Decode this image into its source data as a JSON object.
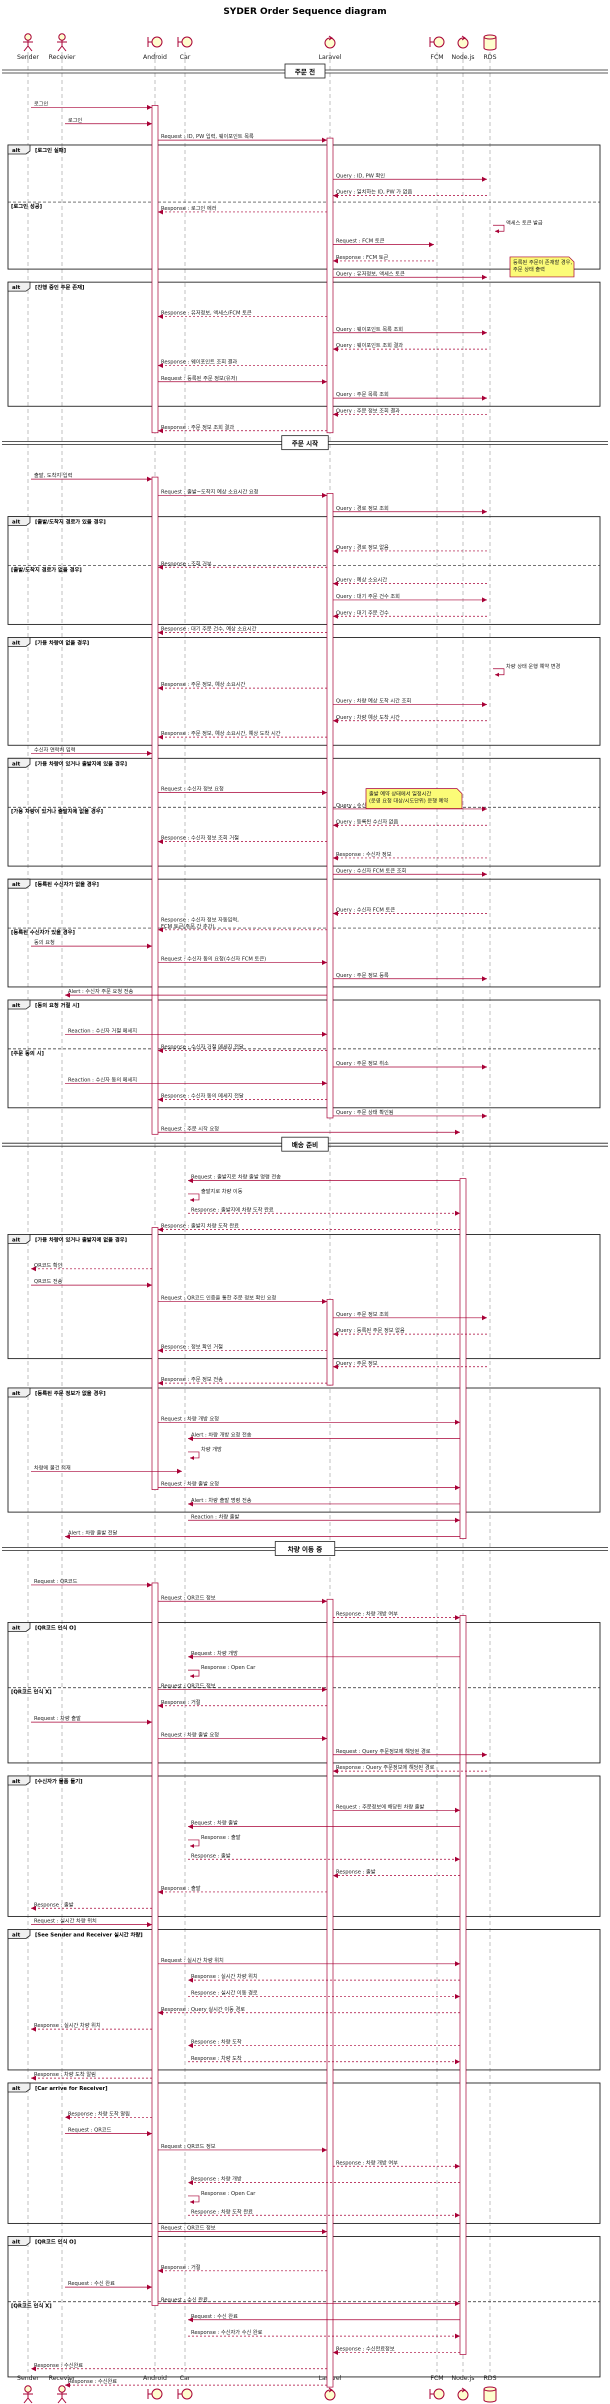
{
  "diagram": {
    "title": "SYDER Order Sequence diagram",
    "colors": {
      "lifeline": "#999999",
      "arrow": "#a80036",
      "box_border": "#222222",
      "frame_fill": "#f0f0f0",
      "participant_fill": "#fefece",
      "note_fill": "#fbfb77",
      "separator_fill": "#ffffff"
    },
    "participants": [
      {
        "id": "sender",
        "label": "Sender",
        "shape": "actor"
      },
      {
        "id": "receiver",
        "label": "Recevier",
        "shape": "actor"
      },
      {
        "id": "android",
        "label": "Android",
        "shape": "boundary"
      },
      {
        "id": "car",
        "label": "Car",
        "shape": "boundary"
      },
      {
        "id": "laravel",
        "label": "Laravel",
        "shape": "control"
      },
      {
        "id": "fcm",
        "label": "FCM",
        "shape": "boundary"
      },
      {
        "id": "node",
        "label": "Node.js",
        "shape": "control"
      },
      {
        "id": "rds",
        "label": "RDS",
        "shape": "database"
      }
    ],
    "sections": [
      {
        "label": "주문 전",
        "messages": [
          {
            "from": "sender",
            "to": "android",
            "text": "로그인"
          },
          {
            "from": "receiver",
            "to": "android",
            "text": "로그인"
          },
          {
            "from": "android",
            "to": "laravel",
            "text": "Request : ID, PW 입력, 웨이포인트 목록"
          },
          {
            "from": "laravel",
            "to": "rds",
            "text": "Query : ID, PW 확인"
          },
          {
            "from": "rds",
            "to": "laravel",
            "text": "Query : 일치하는 ID, PW 가 없음",
            "dashed": true
          },
          {
            "from": "laravel",
            "to": "android",
            "text": "Response : 로그인 에러",
            "dashed": true
          },
          {
            "from": "rds",
            "to": "rds",
            "text": "액세스 토큰 발급"
          },
          {
            "from": "laravel",
            "to": "fcm",
            "text": "Request : FCM 토큰"
          },
          {
            "from": "fcm",
            "to": "laravel",
            "text": "Response : FCM 토큰",
            "dashed": true
          },
          {
            "from": "laravel",
            "to": "rds",
            "text": "Query : 유저정보, 액세스 토큰"
          },
          {
            "from": "laravel",
            "to": "android",
            "text": "Response : 유저정보, 액세스/FCM 토큰",
            "dashed": true
          },
          {
            "from": "laravel",
            "to": "rds",
            "text": "Query : 웨이포인트 목록 조회"
          },
          {
            "from": "rds",
            "to": "laravel",
            "text": "Query : 웨이포인트 조회 결과",
            "dashed": true
          },
          {
            "from": "laravel",
            "to": "android",
            "text": "Response : 웨이포인트 조회 결과",
            "dashed": true
          },
          {
            "from": "android",
            "to": "laravel",
            "text": "Request : 등록된 주문 정보(유저)"
          },
          {
            "from": "laravel",
            "to": "rds",
            "text": "Query : 주문 목록 조회"
          },
          {
            "from": "rds",
            "to": "laravel",
            "text": "Query : 주문 정보 조회 결과",
            "dashed": true
          },
          {
            "from": "laravel",
            "to": "android",
            "text": "Response : 주문 정보 조회 결과",
            "dashed": true
          }
        ],
        "frames": [
          {
            "kind": "alt",
            "guards": [
              "로그인 실패",
              "로그인 성공"
            ]
          },
          {
            "kind": "alt",
            "guards": [
              "진행 중인 주문 존재"
            ]
          }
        ],
        "note": "등록된 주문이 존재할 경우,\n주문 상태 출력"
      },
      {
        "label": "주문 시작",
        "messages": [
          {
            "from": "sender",
            "to": "android",
            "text": "출발, 도착지 입력"
          },
          {
            "from": "android",
            "to": "laravel",
            "text": "Request : 출발~도착지 예상 소요시간 요청"
          },
          {
            "from": "laravel",
            "to": "rds",
            "text": "Query : 경로 정보 조회"
          },
          {
            "from": "rds",
            "to": "laravel",
            "text": "Query : 경로 정보 없음",
            "dashed": true
          },
          {
            "from": "laravel",
            "to": "android",
            "text": "Response : 조회 거부",
            "dashed": true
          },
          {
            "from": "rds",
            "to": "laravel",
            "text": "Query : 예상 소요시간",
            "dashed": true
          },
          {
            "from": "laravel",
            "to": "rds",
            "text": "Query : 대기 주문 건수 조회"
          },
          {
            "from": "rds",
            "to": "laravel",
            "text": "Query : 대기 주문 건수",
            "dashed": true
          },
          {
            "from": "laravel",
            "to": "android",
            "text": "Response : 대기 주문 건수, 예상 소요시간",
            "dashed": true
          },
          {
            "from": "rds",
            "to": "rds",
            "text": "차량 상태 운행 예약 변경"
          },
          {
            "from": "laravel",
            "to": "android",
            "text": "Response : 주문 정보, 예상 소요시간",
            "dashed": true
          },
          {
            "from": "laravel",
            "to": "rds",
            "text": "Query : 차량 예상 도착 시간 조회"
          },
          {
            "from": "rds",
            "to": "laravel",
            "text": "Query : 차량 예상 도착 시간",
            "dashed": true
          },
          {
            "from": "laravel",
            "to": "android",
            "text": "Response : 주문 정보, 예상 소요시간, 예상 도착 시간",
            "dashed": true
          },
          {
            "from": "sender",
            "to": "android",
            "text": "수신자 연락처 입력"
          },
          {
            "from": "android",
            "to": "laravel",
            "text": "Request : 수신자 정보 요청"
          },
          {
            "from": "laravel",
            "to": "rds",
            "text": "Query : 수신자 정보 조회"
          },
          {
            "from": "rds",
            "to": "laravel",
            "text": "Query : 등록된 수신자 없음",
            "dashed": true
          },
          {
            "from": "laravel",
            "to": "android",
            "text": "Response : 수신자 정보 조회 거절",
            "dashed": true
          },
          {
            "from": "rds",
            "to": "laravel",
            "text": "Response : 수신자 정보",
            "dashed": true
          },
          {
            "from": "laravel",
            "to": "rds",
            "text": "Query : 수신자 FCM 토큰 조회"
          },
          {
            "from": "rds",
            "to": "laravel",
            "text": "Query : 수신자 FCM 토큰",
            "dashed": true
          },
          {
            "from": "laravel",
            "to": "android",
            "text": "Response : 수신자 정보 자동입력,\nFCM 토큰(주문 간 추가)",
            "dashed": true
          },
          {
            "from": "sender",
            "to": "android",
            "text": "동의 요청"
          },
          {
            "from": "android",
            "to": "laravel",
            "text": "Request : 수신자 동의 요청(수신자 FCM 토큰)"
          },
          {
            "from": "laravel",
            "to": "rds",
            "text": "Query : 주문 정보 등록"
          },
          {
            "from": "laravel",
            "to": "receiver",
            "text": "Alert : 수신자 주문 요청 전송"
          },
          {
            "from": "receiver",
            "to": "laravel",
            "text": "Reaction : 수신자 거절 메세지"
          },
          {
            "from": "laravel",
            "to": "android",
            "text": "Response : 수신자 거절 메세지 전달",
            "dashed": true
          },
          {
            "from": "laravel",
            "to": "rds",
            "text": "Query : 주문 정보 취소"
          },
          {
            "from": "receiver",
            "to": "laravel",
            "text": "Reaction : 수신자 동의 메세지"
          },
          {
            "from": "laravel",
            "to": "android",
            "text": "Response : 수신자 동의 메세지 전달",
            "dashed": true
          },
          {
            "from": "laravel",
            "to": "rds",
            "text": "Query : 주문 상태 확인됨"
          },
          {
            "from": "android",
            "to": "node",
            "text": "Request : 주문 시작 요청"
          }
        ],
        "frames": [
          {
            "kind": "alt",
            "guards": [
              "출발/도착지 경로가 있을 경우",
              "출발/도착지 경로가 없을 경우"
            ]
          },
          {
            "kind": "alt",
            "guards": [
              "가용 차량이 없을 경우"
            ]
          },
          {
            "kind": "alt",
            "guards": [
              "가용 차량이 있거나 출발지에 있을 경우",
              "가용 차량이 있거나 출발지에 없을 경우"
            ]
          },
          {
            "kind": "alt",
            "guards": [
              "등록된 수신자가 없을 경우",
              "등록된 수신자가 있을 경우"
            ]
          },
          {
            "kind": "alt",
            "guards": [
              "동의 요청 거절 시",
              "주문 동의 시"
            ]
          }
        ],
        "note": "출발 예약 상태에서 일정시간\n(운영 요청 대상/시도단위) 운행 예약"
      },
      {
        "label": "배송 준비",
        "messages": [
          {
            "from": "node",
            "to": "car",
            "text": "Request : 출발지로 차량 출발 명령 전송"
          },
          {
            "from": "car",
            "to": "car",
            "text": "출발지로 차량 이동"
          },
          {
            "from": "car",
            "to": "node",
            "text": "Response : 출발지에 차량 도착 완료",
            "dashed": true
          },
          {
            "from": "node",
            "to": "android",
            "text": "Response : 출발지 차량 도착 완료",
            "dashed": true
          },
          {
            "from": "android",
            "to": "sender",
            "text": "QR코드 확인",
            "dashed": true
          },
          {
            "from": "sender",
            "to": "android",
            "text": "QR코드 전송"
          },
          {
            "from": "android",
            "to": "laravel",
            "text": "Request : QR코드 인증을 통한 주문 정보 확인 요청"
          },
          {
            "from": "laravel",
            "to": "rds",
            "text": "Query : 주문 정보 조회"
          },
          {
            "from": "rds",
            "to": "laravel",
            "text": "Query : 등록된 주문 정보 없음",
            "dashed": true
          },
          {
            "from": "laravel",
            "to": "android",
            "text": "Response : 정보 확인 거절",
            "dashed": true
          },
          {
            "from": "rds",
            "to": "laravel",
            "text": "Query : 주문 정보",
            "dashed": true
          },
          {
            "from": "laravel",
            "to": "android",
            "text": "Response : 주문 정보 전송",
            "dashed": true
          },
          {
            "from": "android",
            "to": "node",
            "text": "Request : 차량 개방 요청"
          },
          {
            "from": "node",
            "to": "car",
            "text": "Alert : 차량 개방 요청 전송"
          },
          {
            "from": "car",
            "to": "car",
            "text": "차량 개방"
          },
          {
            "from": "sender",
            "to": "car",
            "text": "차량에 물건 적재"
          },
          {
            "from": "android",
            "to": "node",
            "text": "Request : 차량 출발 요청"
          },
          {
            "from": "node",
            "to": "car",
            "text": "Alert : 차량 출발 명령 전송"
          },
          {
            "from": "car",
            "to": "node",
            "text": "Reaction : 차량 출발"
          },
          {
            "from": "node",
            "to": "receiver",
            "text": "Alert : 차량 출발 전달"
          }
        ],
        "frames": [
          {
            "kind": "alt",
            "guards": [
              "가용 차량이 있거나 출발지에 없을 경우"
            ]
          },
          {
            "kind": "alt",
            "guards": [
              "등록된 주문 정보가 없을 경우"
            ]
          }
        ]
      },
      {
        "label": "차량 이동 중",
        "messages": [
          {
            "from": "sender",
            "to": "android",
            "text": "Request : QR코드"
          },
          {
            "from": "android",
            "to": "laravel",
            "text": "Request : QR코드 정보"
          },
          {
            "from": "laravel",
            "to": "node",
            "text": "Response : 차량 개방 여부",
            "dashed": true
          },
          {
            "from": "node",
            "to": "car",
            "text": "Request : 차량 개방"
          },
          {
            "from": "car",
            "to": "car",
            "text": "Response : Open Car"
          },
          {
            "from": "android",
            "to": "laravel",
            "text": "Request : QR코드 정보"
          },
          {
            "from": "laravel",
            "to": "android",
            "text": "Response : 거절",
            "dashed": true
          },
          {
            "from": "sender",
            "to": "android",
            "text": "Request : 차량 출발"
          },
          {
            "from": "android",
            "to": "laravel",
            "text": "Request : 차량 출발 요청"
          },
          {
            "from": "laravel",
            "to": "rds",
            "text": "Request : Query 주문정보에 해당된 경로"
          },
          {
            "from": "rds",
            "to": "laravel",
            "text": "Response : Query 주문정보에 해당된 경로",
            "dashed": true
          },
          {
            "from": "laravel",
            "to": "node",
            "text": "Request : 주문정보에 해당된 차량 출발"
          },
          {
            "from": "node",
            "to": "car",
            "text": "Request : 차량 출발"
          },
          {
            "from": "car",
            "to": "car",
            "text": "Response : 출발"
          },
          {
            "from": "car",
            "to": "node",
            "text": "Response : 출발",
            "dashed": true
          },
          {
            "from": "node",
            "to": "laravel",
            "text": "Response : 출발",
            "dashed": true
          },
          {
            "from": "laravel",
            "to": "android",
            "text": "Response : 출발",
            "dashed": true
          },
          {
            "from": "android",
            "to": "sender",
            "text": "Response : 출발",
            "dashed": true
          },
          {
            "from": "sender",
            "to": "android",
            "text": "Request : 실시간 차량 위치"
          },
          {
            "from": "android",
            "to": "node",
            "text": "Request : 실시간 차량 위치"
          },
          {
            "from": "node",
            "to": "car",
            "text": "Response : 실시간 차량 위치",
            "dashed": true
          },
          {
            "from": "car",
            "to": "node",
            "text": "Response : 실시간 이동 경로",
            "dashed": true
          },
          {
            "from": "node",
            "to": "android",
            "text": "Response : Query 실시간 이동 경로",
            "dashed": true
          },
          {
            "from": "android",
            "to": "sender",
            "text": "Response : 실시간 차량 위치",
            "dashed": true
          },
          {
            "from": "node",
            "to": "car",
            "text": "Response : 차량 도착",
            "dashed": true
          },
          {
            "from": "car",
            "to": "node",
            "text": "Response : 차량 도착",
            "dashed": true
          },
          {
            "from": "android",
            "to": "sender",
            "text": "Response : 차량 도착 알림",
            "dashed": true
          },
          {
            "from": "android",
            "to": "receiver",
            "text": "Response : 차량 도착 알림",
            "dashed": true
          },
          {
            "from": "receiver",
            "to": "android",
            "text": "Request : QR코드"
          },
          {
            "from": "android",
            "to": "laravel",
            "text": "Request : QR코드 정보"
          },
          {
            "from": "laravel",
            "to": "node",
            "text": "Response : 차량 개방 여부",
            "dashed": true
          },
          {
            "from": "node",
            "to": "car",
            "text": "Response : 차량 개방",
            "dashed": true
          },
          {
            "from": "car",
            "to": "car",
            "text": "Response : Open Car"
          },
          {
            "from": "car",
            "to": "node",
            "text": "Response : 차량 도착 완료",
            "dashed": true
          },
          {
            "from": "android",
            "to": "laravel",
            "text": "Request : QR코드 정보"
          },
          {
            "from": "laravel",
            "to": "android",
            "text": "Response : 거절",
            "dashed": true
          },
          {
            "from": "receiver",
            "to": "android",
            "text": "Request : 수신 완료"
          },
          {
            "from": "android",
            "to": "node",
            "text": "Request : 수신 완료"
          },
          {
            "from": "node",
            "to": "car",
            "text": "Request : 수신 완료"
          },
          {
            "from": "car",
            "to": "node",
            "text": "Response : 수신자가 수신 완료",
            "dashed": true
          },
          {
            "from": "node",
            "to": "laravel",
            "text": "Response : 수신완료정보",
            "dashed": true
          },
          {
            "from": "laravel",
            "to": "sender",
            "text": "Response : 수신완료",
            "dashed": true
          },
          {
            "from": "laravel",
            "to": "receiver",
            "text": "Response : 수신완료",
            "dashed": true
          }
        ],
        "frames": [
          {
            "kind": "alt",
            "guards": [
              "QR코드 인식 O",
              "QR코드 인식 X"
            ]
          },
          {
            "kind": "alt",
            "guards": [
              "수신자가 물품 들기"
            ]
          },
          {
            "kind": "alt",
            "guards": [
              "See Sender and Receiver 실시간 차량"
            ]
          },
          {
            "kind": "alt",
            "guards": [
              "Car arrive for Receiver"
            ]
          },
          {
            "kind": "alt",
            "guards": [
              "QR코드 인식 O",
              "QR코드 인식 X"
            ]
          }
        ]
      }
    ]
  }
}
